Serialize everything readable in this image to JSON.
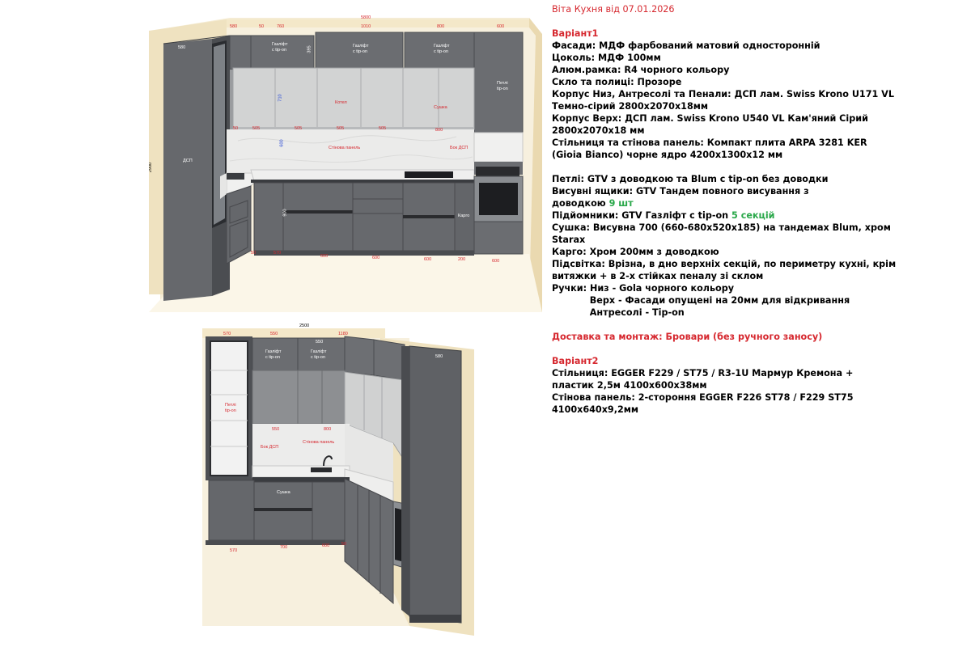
{
  "title": "Віта Кухня від 07.01.2026",
  "variant1": {
    "heading": "Варіант1",
    "lines": [
      "Фасади: МДФ фарбований матовий односторонній",
      "Цоколь: МДФ 100мм",
      "Алюм.рамка: R4 чорного кольору",
      "Скло та полиці: Прозоре",
      "Корпус Низ, Антресолі та Пенали: ДСП лам. Swiss Krono U171 VL",
      "Темно-сірий 2800х2070х18мм",
      "Корпус Верх: ДСП лам. Swiss Krono U540 VL Кам'яний Сірий",
      "2800х2070х18 мм",
      "Стільниця та стінова панель: Компакт плита ARPA 3281 KER",
      "(Gioia Bianco) чорне ядро 4200х1300х12 мм"
    ],
    "hinges": "Петлі: GTV з доводкою та Blum с tip-on без доводки",
    "drawers_line1": "Висувні ящики: GTV Тандем повного висування з",
    "drawers_line2_prefix": "доводкою ",
    "drawers_count": "9 шт",
    "lifts_prefix": "Підйомники: GTV Газліфт с tip-on ",
    "lifts_count": "5 секцій",
    "dryer_line1": "Сушка: Висувна 700 (660-680х520х185) на тандемах Blum, хром",
    "dryer_line2": "Starax",
    "cargo": "Карго: Хром 200мм з доводкою",
    "lighting_line1": "Підсвітка: Врізна, в дно верхніх секцій, по периметру кухні, крім",
    "lighting_line2": "витяжки + в 2-х стійках пеналу зі склом",
    "handles_line1": "Ручки: Низ - Gola чорного кольору",
    "handles_line2": "            Верх - Фасади опущені на 20мм для відкривання",
    "handles_line3": "            Антресолі - Tip-on"
  },
  "delivery": "Доставка та монтаж: Бровари (без ручного заносу)",
  "variant2": {
    "heading": "Варіант2",
    "lines": [
      "Стільниця: EGGER F229 / ST75 / R3-1U Мармур Кремона +",
      "пластик 2,5м 4100х600х38мм",
      "Стінова панель: 2-стороння EGGER F226 ST78 / F229 ST75",
      "4100х640х9,2мм"
    ]
  },
  "colors": {
    "accent_red": "#d6282f",
    "accent_green": "#2aa84a",
    "cabinet_dark": "#5f6165",
    "cabinet_light": "#c9c9c9",
    "wall": "#f2e6c8"
  },
  "render_top": {
    "dims_top": [
      "5800",
      "580",
      "50",
      "760",
      "1010",
      "800",
      "600"
    ],
    "dims_mid": [
      "50",
      "505",
      "505",
      "505",
      "505",
      "800"
    ],
    "dims_bottom": [
      "50",
      "570",
      "600",
      "600",
      "600",
      "200",
      "600"
    ],
    "height_left": "2900",
    "height_mid": "710",
    "height_backsplash": "600",
    "height_base": "900",
    "side_580": "580",
    "label_dsp": "ДСП",
    "label_gaslift1_a": "Газліфт",
    "label_gaslift1_b": "с tip-on",
    "label_gaslift2_a": "Газліфт",
    "label_gaslift2_b": "с tip-on",
    "label_gaslift3_a": "Газліфт",
    "label_gaslift3_b": "с tip-on",
    "label_hinges_a": "Петлі",
    "label_hinges_b": "tip-on",
    "label_boiler": "Котел",
    "label_dryer": "Сушка",
    "label_wall_panel": "Стінова панель",
    "label_side_dsp": "Бок ДСП",
    "label_cargo": "Карго",
    "label_395": "395"
  },
  "render_bottom": {
    "dims_top": [
      "2500",
      "570",
      "550",
      "1180"
    ],
    "dim_550": "550",
    "dim_580": "580",
    "dims_mid": [
      "550",
      "800"
    ],
    "dims_bottom": [
      "570",
      "700",
      "600",
      "50"
    ],
    "label_gaslift1_a": "Газліфт",
    "label_gaslift1_b": "с tip-on",
    "label_gaslift2_a": "Газліфт",
    "label_gaslift2_b": "с tip-on",
    "label_hinges_a": "Петлі",
    "label_hinges_b": "tip-on",
    "label_side_dsp": "Бок ДСП",
    "label_wall_panel": "Стінова панель",
    "label_dryer": "Сушка"
  }
}
